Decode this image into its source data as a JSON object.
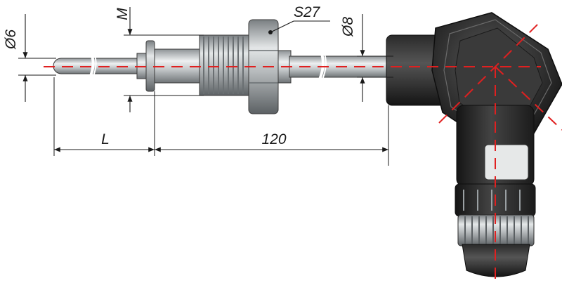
{
  "drawing": {
    "labels": {
      "diameter_probe": "Ø6",
      "thread": "M",
      "hex_wrench": "S27",
      "diameter_sheath": "Ø8",
      "length_variable": "L",
      "length_fixed": "120"
    },
    "colors": {
      "axis": "#e02020",
      "dimension": "#1a1a1a",
      "head_body": "#2b2b2b",
      "metal_light": "#d9dcde",
      "metal_dark": "#7d8285"
    }
  }
}
